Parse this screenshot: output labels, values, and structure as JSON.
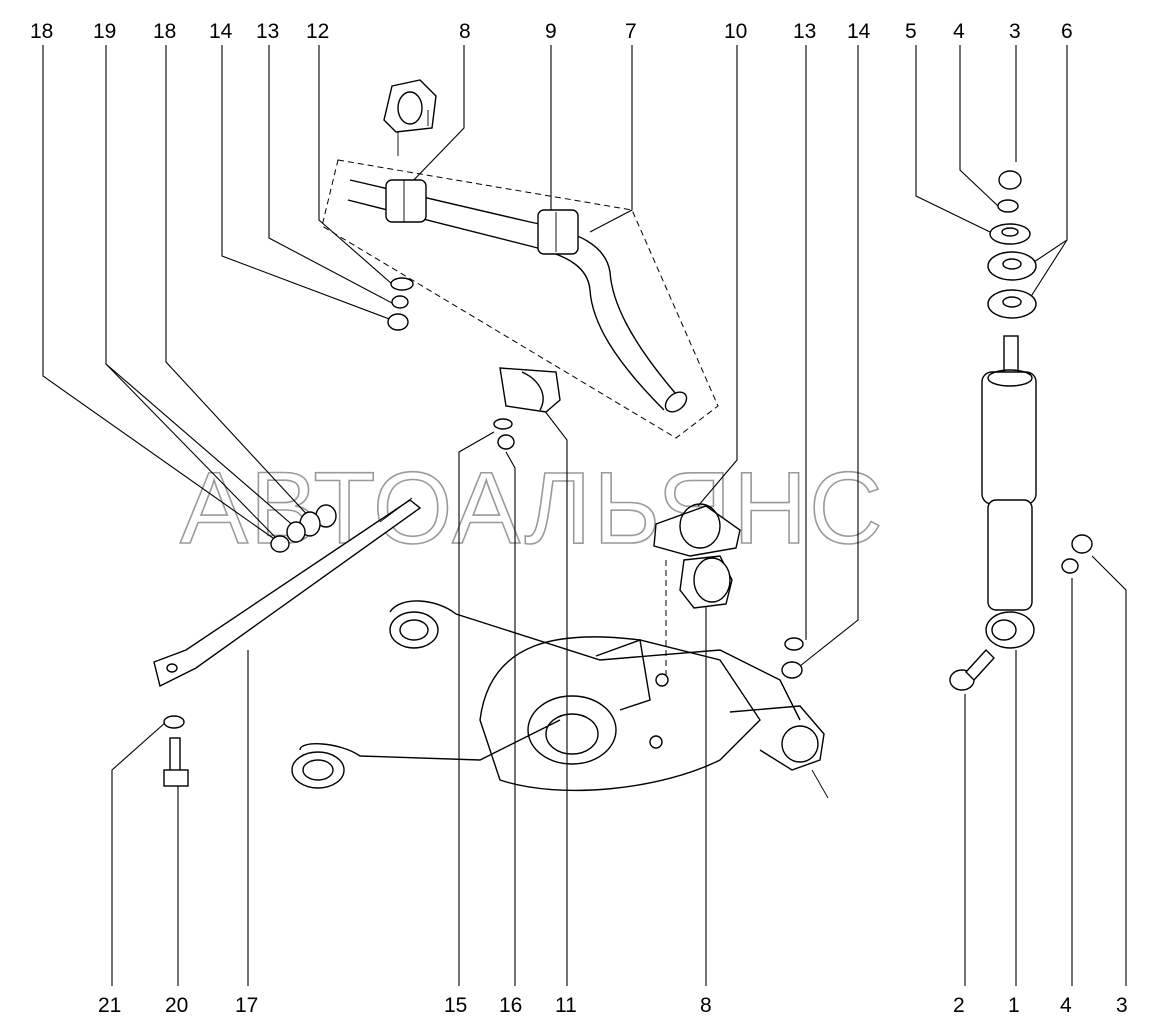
{
  "watermark": "АВТОАЛЬЯНС",
  "callouts_top": [
    "18",
    "19",
    "18",
    "14",
    "13",
    "12",
    "8",
    "9",
    "7",
    "10",
    "13",
    "14",
    "5",
    "4",
    "3",
    "6"
  ],
  "callouts_bottom": [
    "21",
    "20",
    "17",
    "15",
    "16",
    "11",
    "8",
    "2",
    "1",
    "4",
    "3"
  ]
}
